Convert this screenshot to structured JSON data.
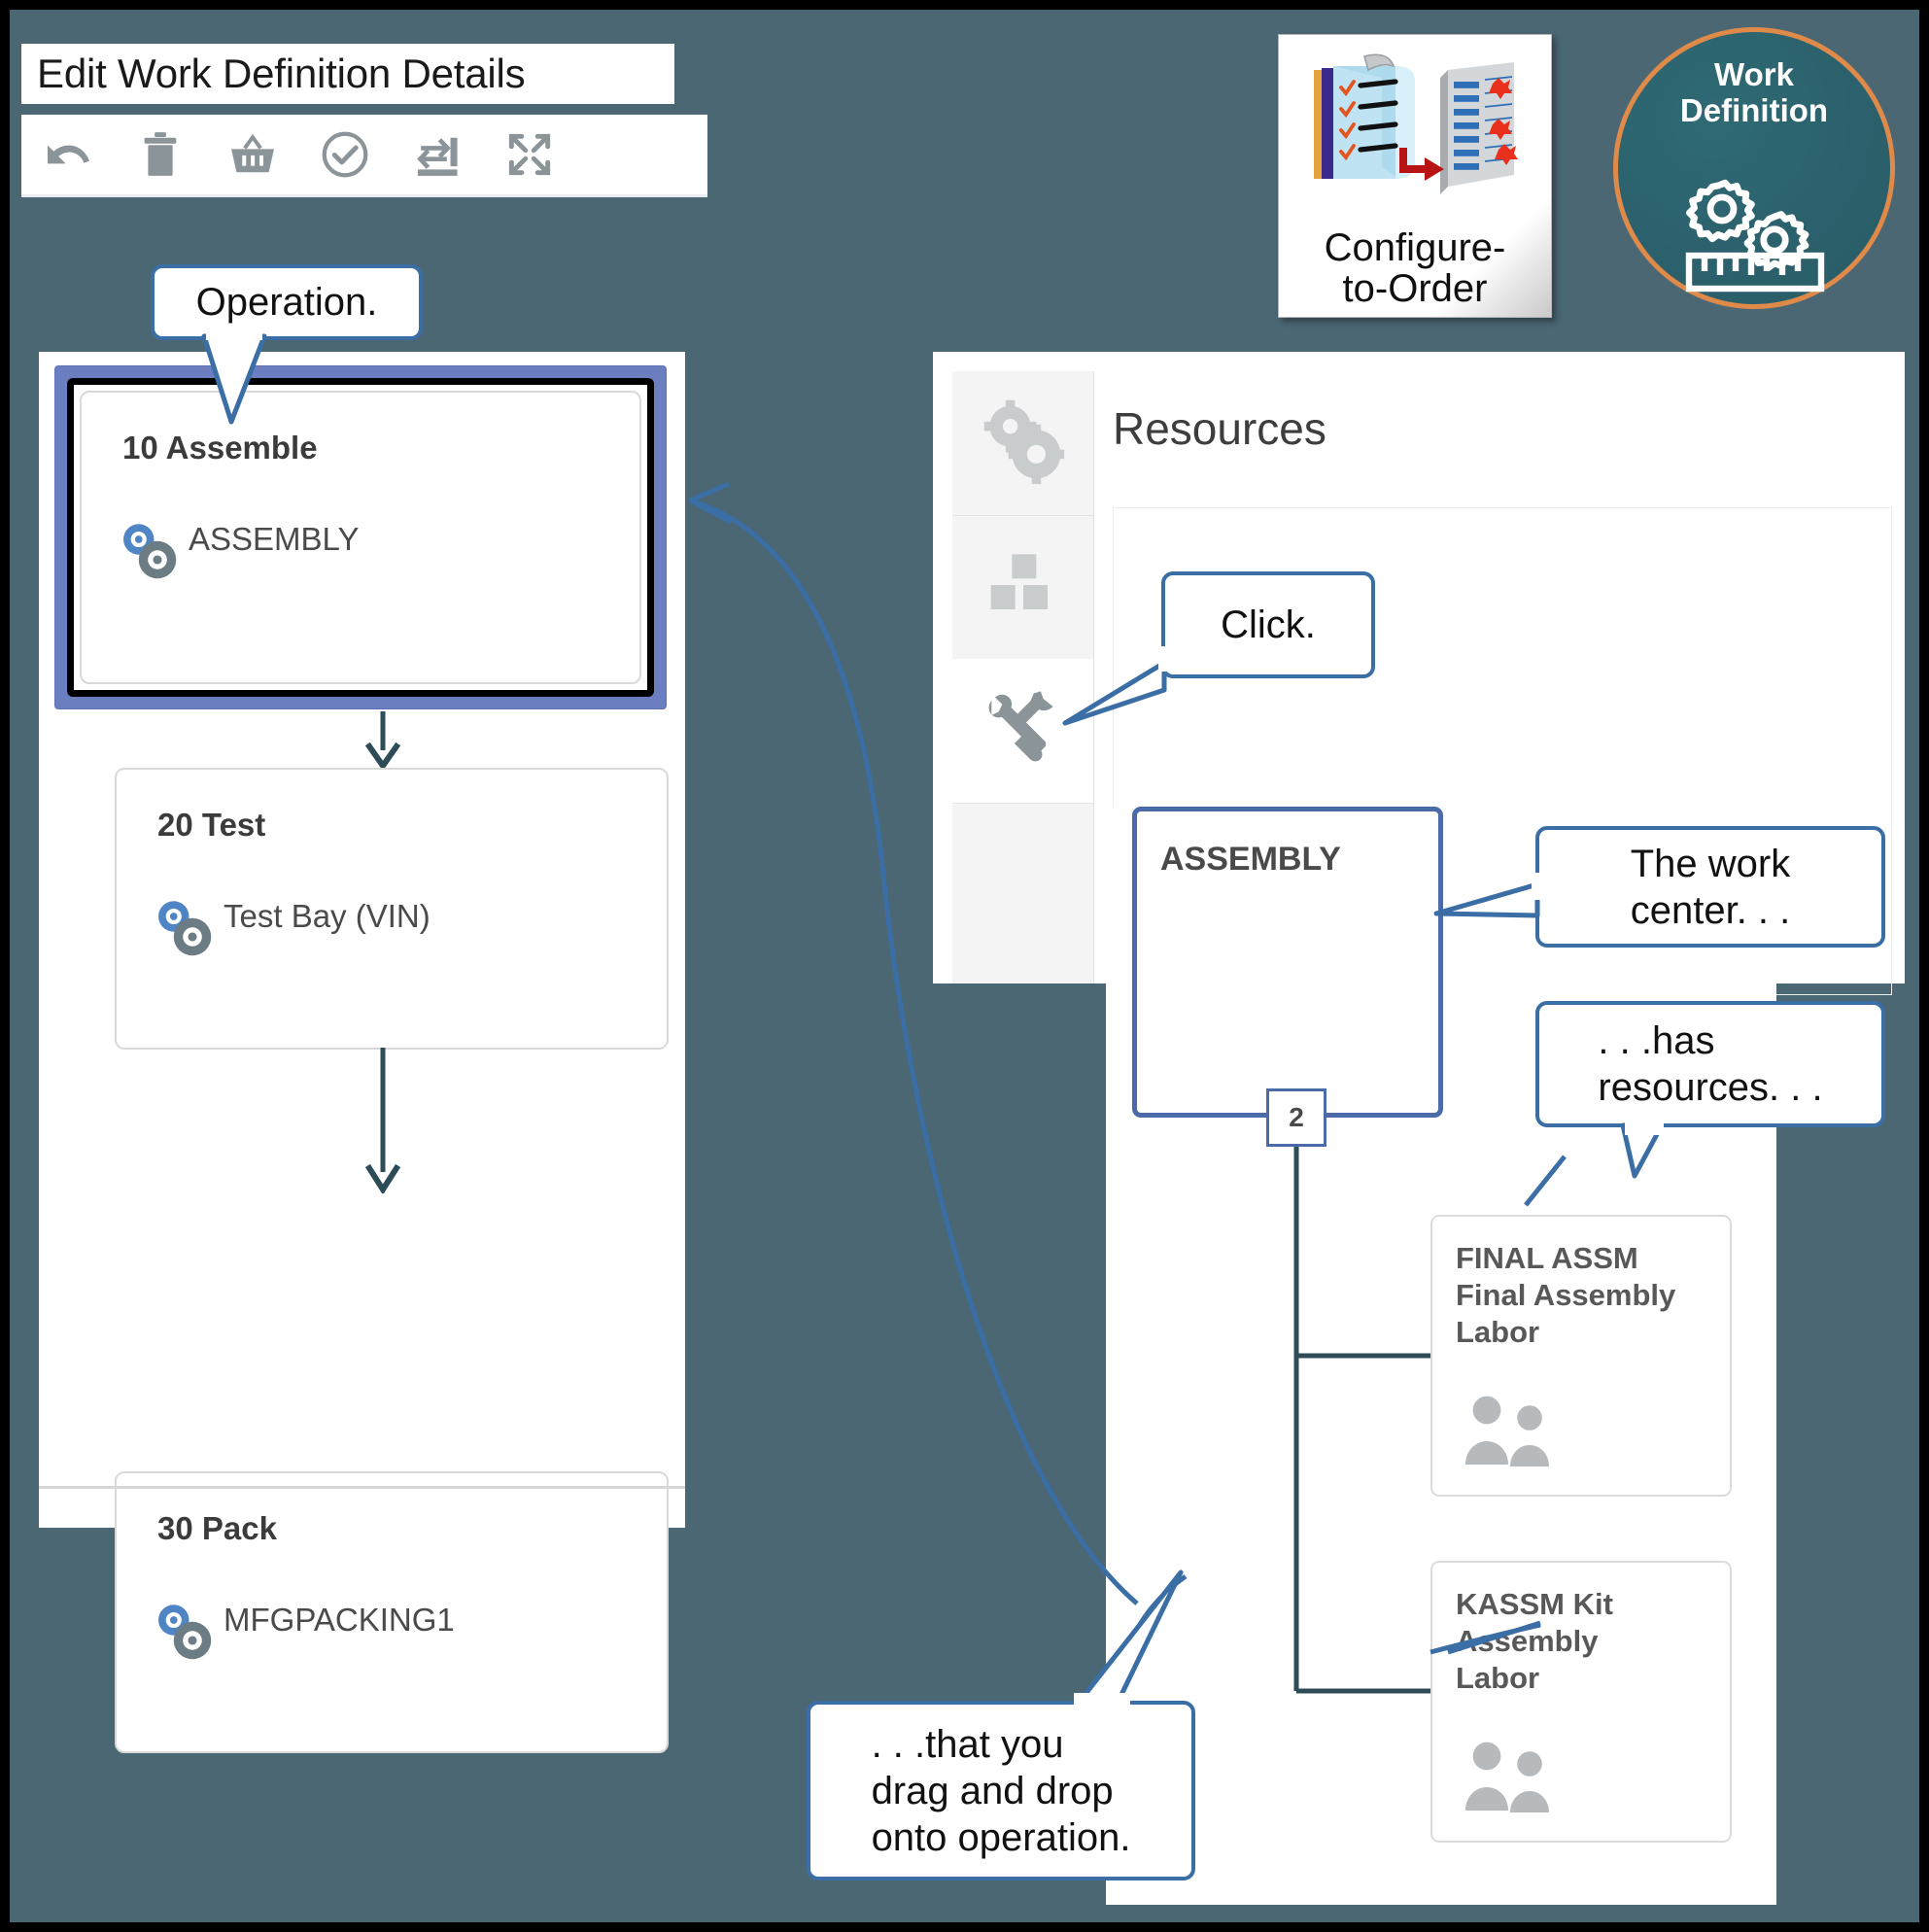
{
  "theme": {
    "background": "#4a6773",
    "frame": "#000000",
    "callout_border": "#3a6ea5",
    "selection_blue": "#6b7fc0",
    "workcenter_border": "#4a6aa8",
    "accent_orange": "#e08a4a",
    "badge_teal": "#2b616c",
    "arrow_dark": "#2e4c57",
    "curve_blue": "#3a6ea5"
  },
  "header": {
    "title": "Edit Work Definition Details"
  },
  "toolbar": {
    "buttons": [
      {
        "name": "undo-icon",
        "label": "Undo"
      },
      {
        "name": "delete-icon",
        "label": "Delete"
      },
      {
        "name": "basket-icon",
        "label": "Basket"
      },
      {
        "name": "check-circle-icon",
        "label": "Validate"
      },
      {
        "name": "reorder-icon",
        "label": "Reorder"
      },
      {
        "name": "expand-icon",
        "label": "Expand"
      }
    ]
  },
  "flow": {
    "operations": [
      {
        "title": "10 Assemble",
        "resource": "ASSEMBLY",
        "selected": true
      },
      {
        "title": "20 Test",
        "resource": "Test Bay (VIN)",
        "selected": false
      },
      {
        "title": "30 Pack",
        "resource": "MFGPACKING1",
        "selected": false
      }
    ]
  },
  "resources_window": {
    "heading": "Resources",
    "rail": [
      {
        "name": "gears-icon",
        "label": "Operations"
      },
      {
        "name": "blocks-icon",
        "label": "Items"
      },
      {
        "name": "tools-icon",
        "label": "Resources",
        "selected": true
      },
      {
        "name": "blank-rail-cell",
        "label": ""
      }
    ]
  },
  "graph": {
    "work_center": {
      "label": "ASSEMBLY",
      "badge": "2"
    },
    "resources": [
      {
        "lines": [
          "FINAL ASSM",
          "Final Assembly",
          "Labor"
        ],
        "icon": "people-icon"
      },
      {
        "lines": [
          "KASSM Kit",
          "Assembly",
          "Labor"
        ],
        "icon": "people-icon"
      }
    ]
  },
  "callouts": {
    "operation": "Operation.",
    "click": "Click.",
    "work_center": "The work\ncenter. . .",
    "has_resources": ". . .has\nresources. . .",
    "drag_drop": ". . .that you\ndrag and drop\nonto operation."
  },
  "badges": {
    "configure_to_order": "Configure-\nto-Order",
    "work_definition": "Work\nDefinition"
  }
}
